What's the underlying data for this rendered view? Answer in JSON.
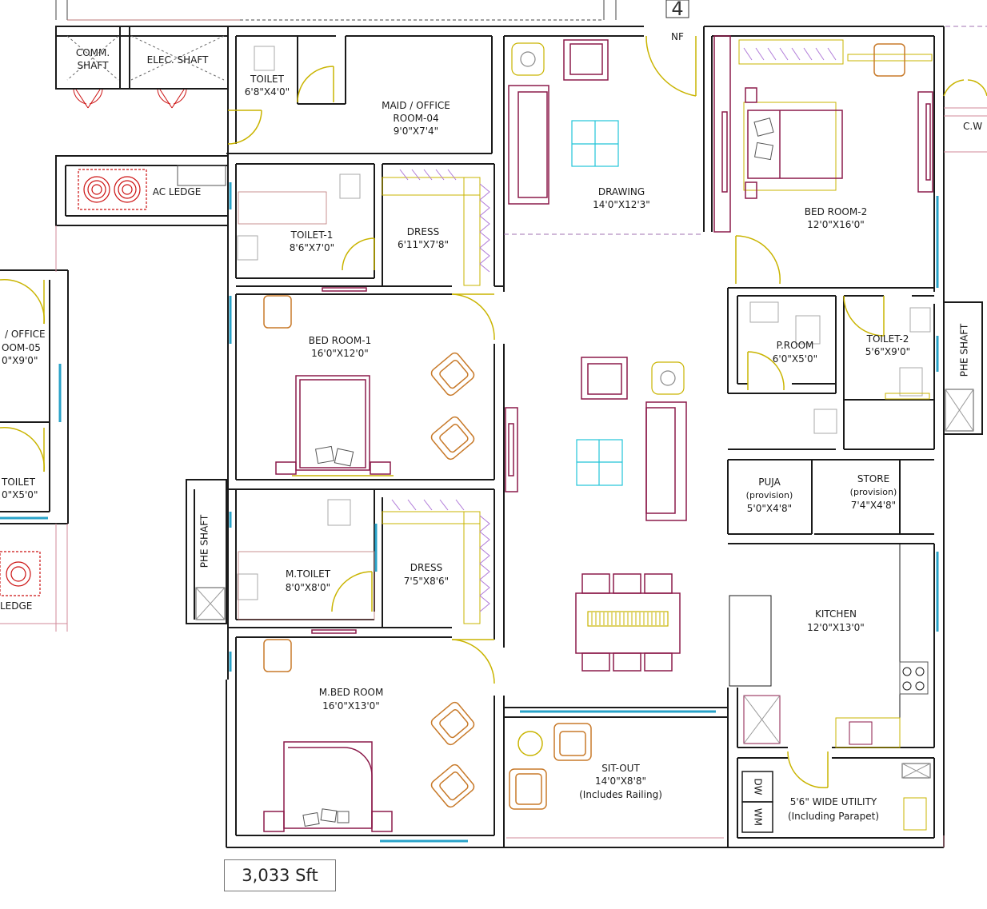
{
  "compass_label": "4",
  "nf_label": "NF",
  "cw_label": "C.W",
  "area_label": "3,033 Sft",
  "rooms": {
    "comm_shaft": {
      "line1": "COMM.",
      "line2": "SHAFT"
    },
    "elec_shaft": {
      "name": "ELEC. SHAFT"
    },
    "toilet_top": {
      "name": "TOILET",
      "size": "6'8\"X4'0\""
    },
    "maid_office_04": {
      "line1": "MAID / OFFICE",
      "line2": "ROOM-04",
      "size": "9'0\"X7'4\""
    },
    "ac_ledge_top": {
      "name": "AC LEDGE"
    },
    "toilet_1": {
      "name": "TOILET-1",
      "size": "8'6\"X7'0\""
    },
    "dress_1": {
      "name": "DRESS",
      "size": "6'11\"X7'8\""
    },
    "drawing": {
      "name": "DRAWING",
      "size": "14'0\"X12'3\""
    },
    "bed_room_2": {
      "name": "BED ROOM-2",
      "size": "12'0\"X16'0\""
    },
    "office_05": {
      "line1": "/ OFFICE",
      "line2": "OOM-05",
      "size": "0\"X9'0\""
    },
    "bed_room_1": {
      "name": "BED ROOM-1",
      "size": "16'0\"X12'0\""
    },
    "p_room": {
      "name": "P.ROOM",
      "size": "6'0\"X5'0\""
    },
    "toilet_2": {
      "name": "TOILET-2",
      "size": "5'6\"X9'0\""
    },
    "phe_shaft_right": {
      "name": "PHE SHAFT"
    },
    "toilet_left": {
      "name": "TOILET",
      "size": "0\"X5'0\""
    },
    "puja": {
      "name": "PUJA",
      "note": "(provision)",
      "size": "5'0\"X4'8\""
    },
    "store": {
      "name": "STORE",
      "note": "(provision)",
      "size": "7'4\"X4'8\""
    },
    "phe_shaft_left": {
      "name": "PHE SHAFT"
    },
    "m_toilet": {
      "name": "M.TOILET",
      "size": "8'0\"X8'0\""
    },
    "dress_2": {
      "name": "DRESS",
      "size": "7'5\"X8'6\""
    },
    "ledge_left": {
      "name": "LEDGE"
    },
    "kitchen": {
      "name": "KITCHEN",
      "size": "12'0\"X13'0\""
    },
    "m_bed_room": {
      "name": "M.BED ROOM",
      "size": "16'0\"X13'0\""
    },
    "sit_out": {
      "name": "SIT-OUT",
      "size": "14'0\"X8'8\"",
      "note": "(Includes Railing)"
    },
    "utility": {
      "name": "5'6\" WIDE UTILITY",
      "note": "(Including Parapet)"
    },
    "dw": {
      "name": "DW"
    },
    "wm": {
      "name": "WM"
    }
  },
  "colors": {
    "wall": "#1a1a1a",
    "furniture": "#8b1a4a",
    "chair": "#c87a2a",
    "door_arc": "#c9b400",
    "window": "#29a3c9",
    "wardrobe": "#b07ad8",
    "ac_unit": "#cc1111",
    "table_glass": "#22c4d8"
  }
}
